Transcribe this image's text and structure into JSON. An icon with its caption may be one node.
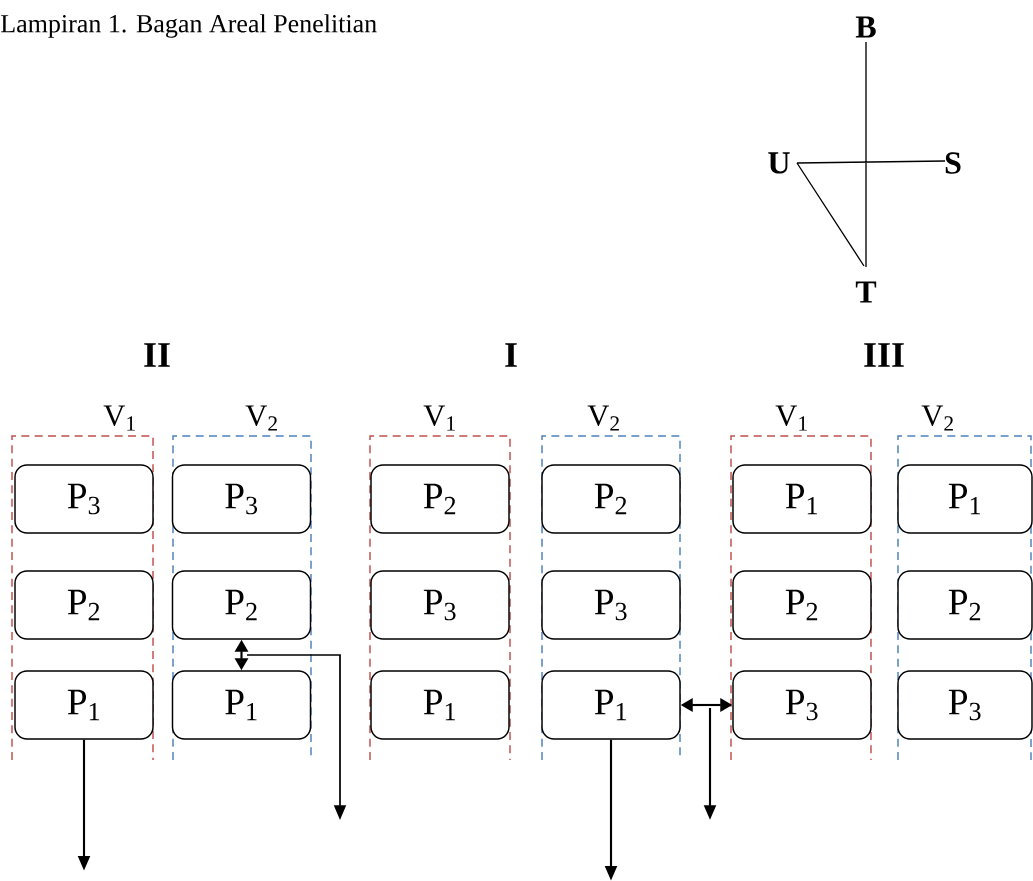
{
  "diagram": {
    "title": "Lampiran 1. Bagan Areal Penelitian",
    "nodes": [
      {
        "text": [
          "V$_{1}$"
        ]
      },
      {
        "text": [
          "P$_{3}$"
        ],
        "in": 0
      },
      {
        "text": [
          "P$_{2}$"
        ],
        "in": 0
      },
      {
        "text": [
          "P$_{1}$"
        ],
        "in": 0
      },
      {
        "text": [
          "V$_{2}$"
        ]
      },
      {
        "text": [
          "P$_{3}$"
        ],
        "in": 4
      },
      {
        "text": [
          "P$_{2}$"
        ],
        "in": 4
      },
      {
        "text": [
          "P$_{1}$"
        ],
        "in": 4
      },
      {
        "text": [
          "V$_{1}$"
        ]
      },
      {
        "text": [
          "P$_{2}$"
        ],
        "in": 8
      },
      {
        "text": [
          "P$_{3}$"
        ],
        "in": 8
      },
      {
        "text": [
          "P$_{1}$"
        ],
        "in": 8
      },
      {
        "text": [
          "V$_{2}$"
        ]
      },
      {
        "text": [
          "P$_{2}$"
        ],
        "in": 12
      },
      {
        "text": [
          "P$_{3}$"
        ],
        "in": 12
      },
      {
        "text": [
          "P$_{1}$"
        ],
        "in": 12
      },
      {
        "text": [
          "V$_{1}$"
        ]
      },
      {
        "text": [
          "P$_{1}$"
        ],
        "in": 16
      },
      {
        "text": [
          "P$_{2}$"
        ],
        "in": 16
      },
      {
        "text": [
          "P$_{3}$"
        ],
        "in": 16
      },
      {
        "text": [
          "V$_{2}$"
        ]
      },
      {
        "text": [
          "P$_{1}$"
        ],
        "in": 20
      },
      {
        "text": [
          "P$_{2}$"
        ],
        "in": 20
      },
      {
        "text": [
          "P$_{3}$"
        ],
        "in": 20
      }
    ],
    "edges": [
      {
        "from": 3,
        "to": null,
        "arrow": "to"
      },
      {
        "from": 6,
        "to": 7,
        "arrow": "both"
      },
      {
        "from": 15,
        "to": null,
        "arrow": "to"
      },
      {
        "from": 15,
        "to": 19,
        "arrow": "both"
      }
    ],
    "labels": [
      "B",
      "U",
      "S",
      "T",
      "II",
      "I",
      "III"
    ]
  }
}
